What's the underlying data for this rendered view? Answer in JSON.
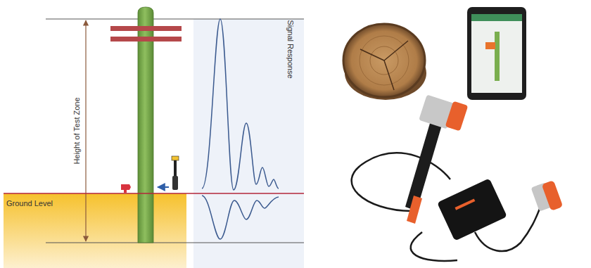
{
  "diagram": {
    "labels": [
      "Height of Test Zone",
      "Signal Response",
      "Ground Level"
    ]
  }
}
